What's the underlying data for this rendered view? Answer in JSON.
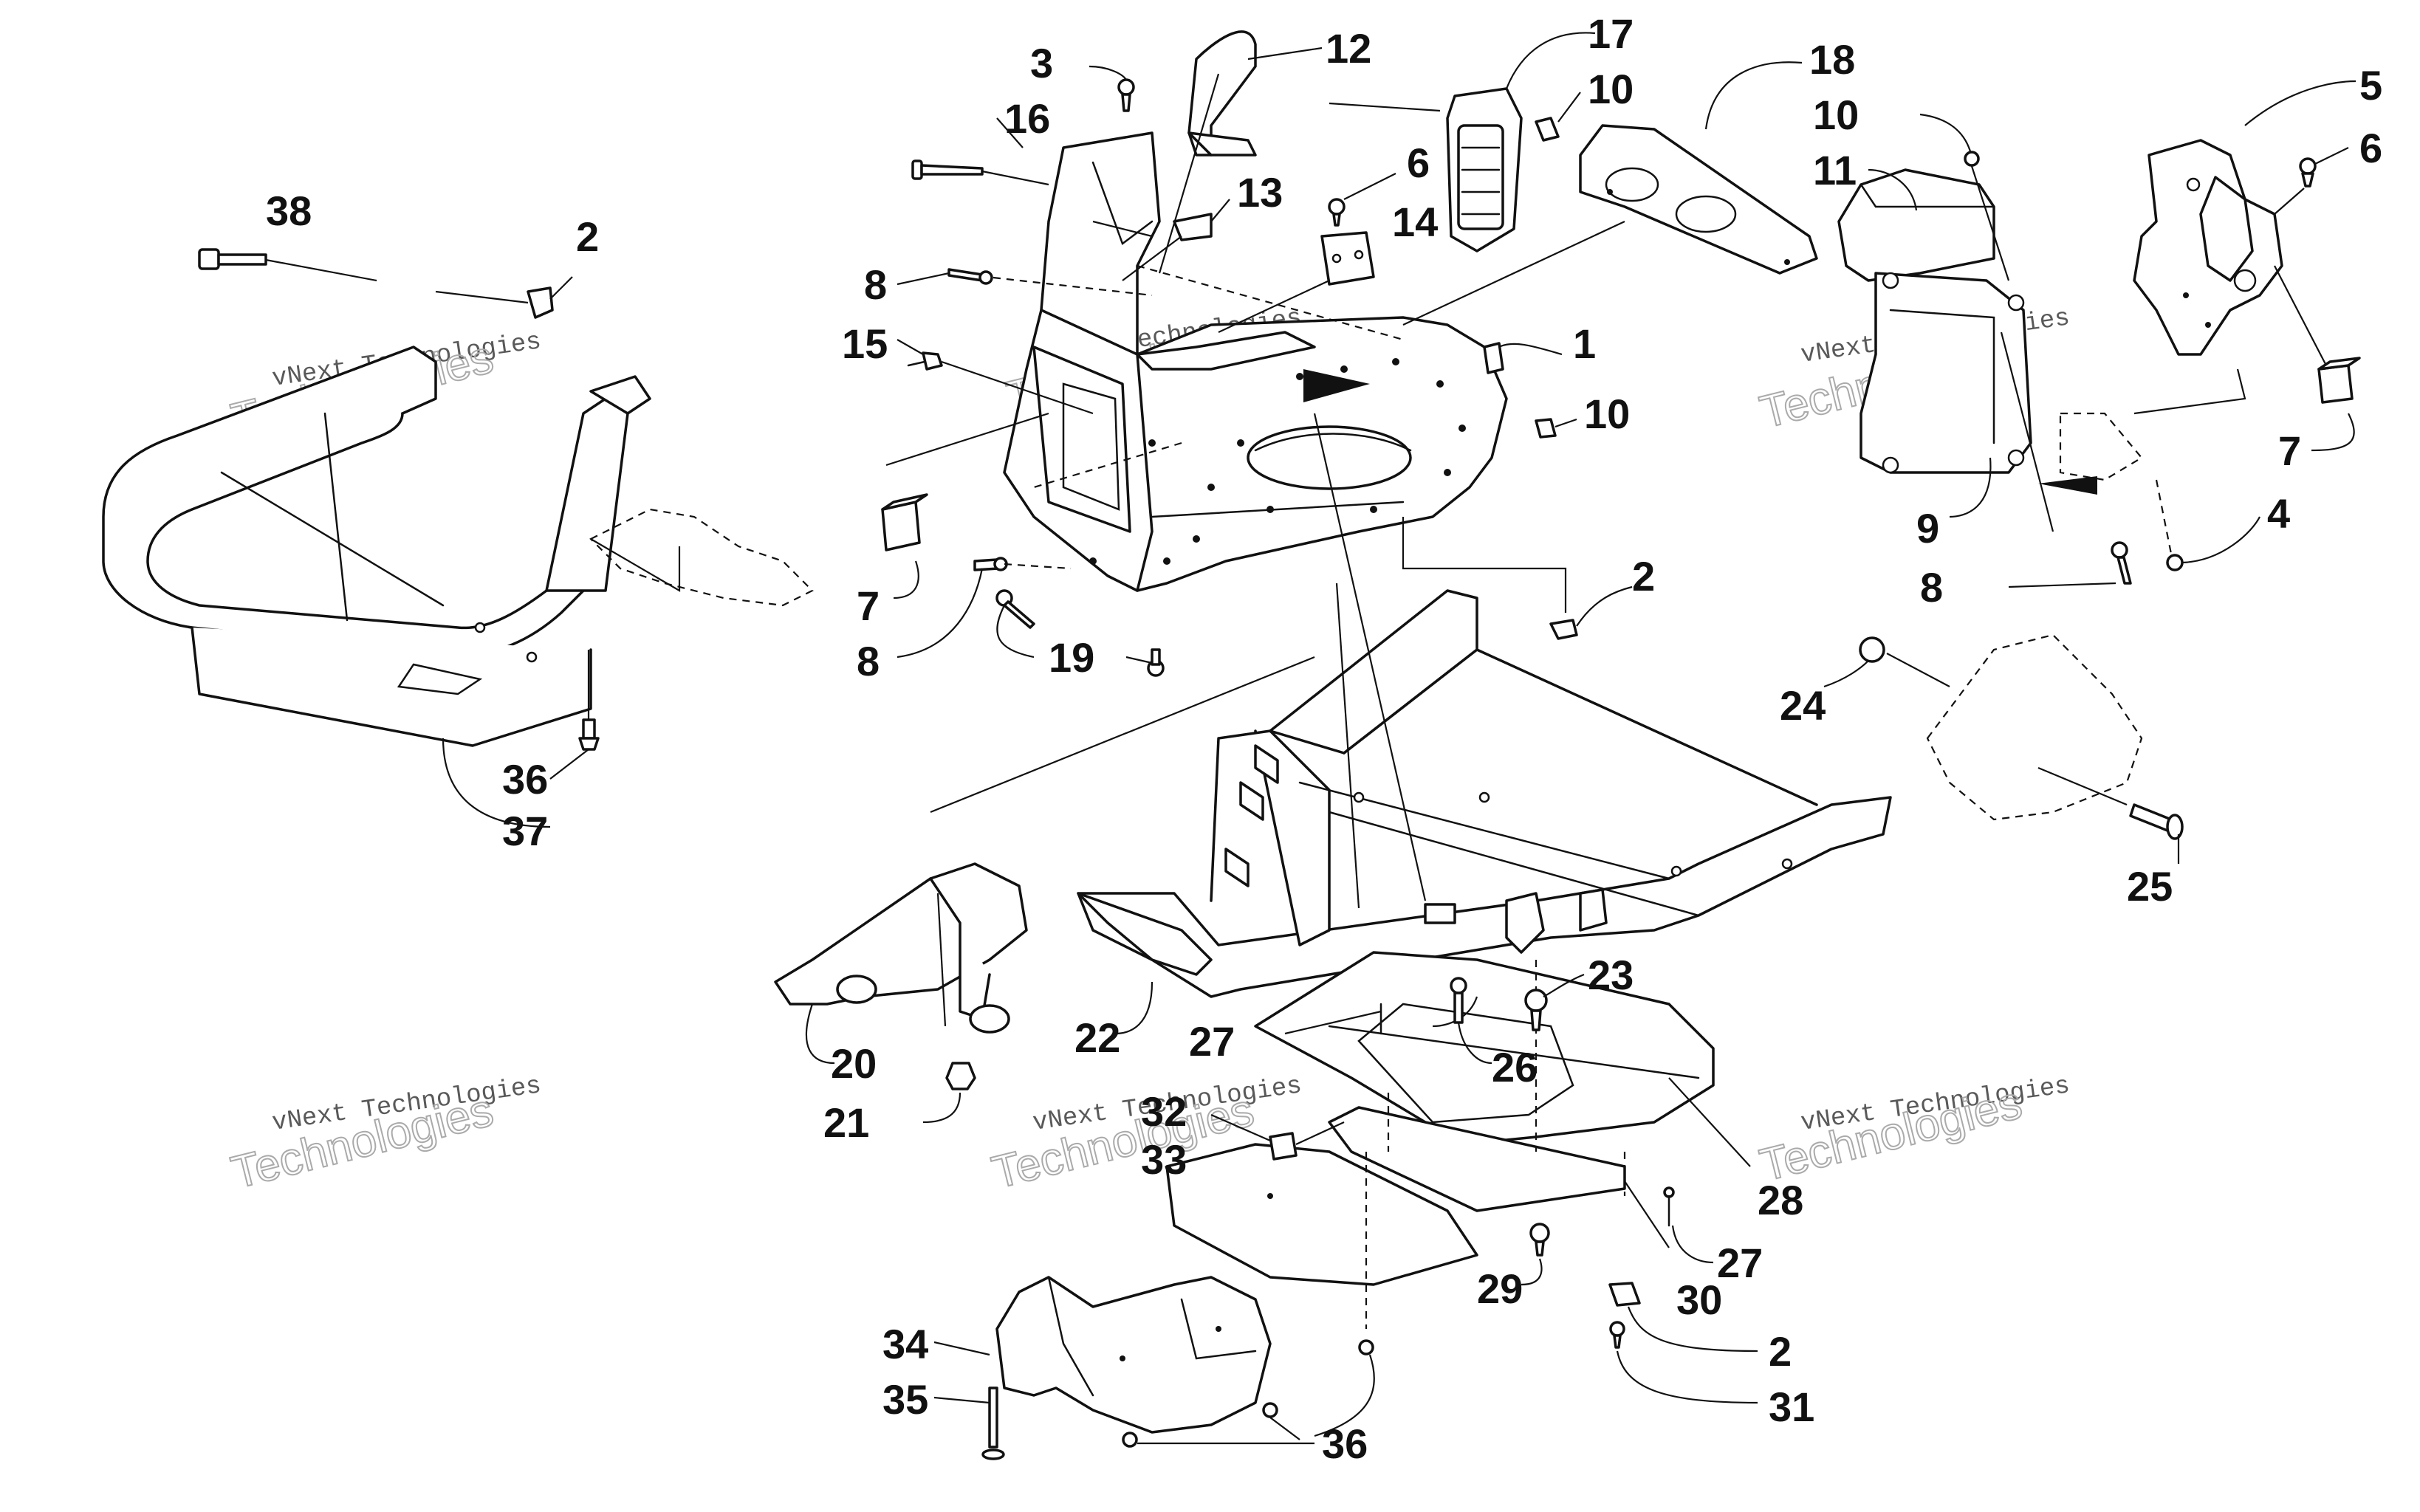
{
  "watermark": {
    "line1": "vNext Technologies",
    "line2": "Technologies"
  },
  "callouts": [
    {
      "id": "c1",
      "text": "1"
    },
    {
      "id": "c2a",
      "text": "2"
    },
    {
      "id": "c2b",
      "text": "2"
    },
    {
      "id": "c2c",
      "text": "2"
    },
    {
      "id": "c3",
      "text": "3"
    },
    {
      "id": "c4",
      "text": "4"
    },
    {
      "id": "c5",
      "text": "5"
    },
    {
      "id": "c6a",
      "text": "6"
    },
    {
      "id": "c6b",
      "text": "6"
    },
    {
      "id": "c7a",
      "text": "7"
    },
    {
      "id": "c7b",
      "text": "7"
    },
    {
      "id": "c8a",
      "text": "8"
    },
    {
      "id": "c8b",
      "text": "8"
    },
    {
      "id": "c8c",
      "text": "8"
    },
    {
      "id": "c9",
      "text": "9"
    },
    {
      "id": "c10a",
      "text": "10"
    },
    {
      "id": "c10b",
      "text": "10"
    },
    {
      "id": "c10c",
      "text": "10"
    },
    {
      "id": "c11",
      "text": "11"
    },
    {
      "id": "c12",
      "text": "12"
    },
    {
      "id": "c13",
      "text": "13"
    },
    {
      "id": "c14",
      "text": "14"
    },
    {
      "id": "c15",
      "text": "15"
    },
    {
      "id": "c16",
      "text": "16"
    },
    {
      "id": "c17",
      "text": "17"
    },
    {
      "id": "c18",
      "text": "18"
    },
    {
      "id": "c19",
      "text": "19"
    },
    {
      "id": "c20",
      "text": "20"
    },
    {
      "id": "c21",
      "text": "21"
    },
    {
      "id": "c22",
      "text": "22"
    },
    {
      "id": "c23",
      "text": "23"
    },
    {
      "id": "c24",
      "text": "24"
    },
    {
      "id": "c25",
      "text": "25"
    },
    {
      "id": "c26",
      "text": "26"
    },
    {
      "id": "c27a",
      "text": "27"
    },
    {
      "id": "c27b",
      "text": "27"
    },
    {
      "id": "c28",
      "text": "28"
    },
    {
      "id": "c29",
      "text": "29"
    },
    {
      "id": "c30",
      "text": "30"
    },
    {
      "id": "c31",
      "text": "31"
    },
    {
      "id": "c32",
      "text": "32"
    },
    {
      "id": "c33",
      "text": "33"
    },
    {
      "id": "c34",
      "text": "34"
    },
    {
      "id": "c35",
      "text": "35"
    },
    {
      "id": "c36a",
      "text": "36"
    },
    {
      "id": "c36b",
      "text": "36"
    },
    {
      "id": "c37",
      "text": "37"
    },
    {
      "id": "c38",
      "text": "38"
    }
  ]
}
